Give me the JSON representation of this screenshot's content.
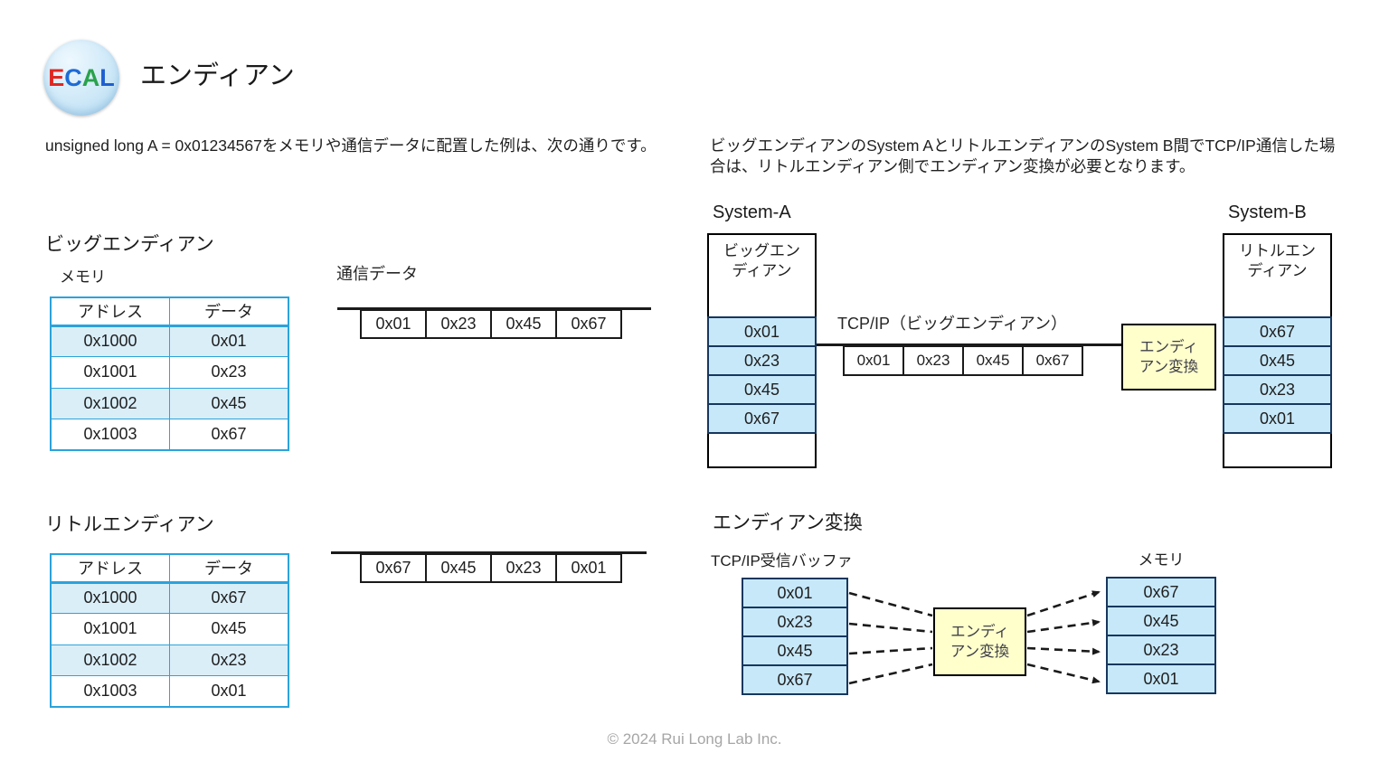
{
  "header": {
    "logo_text": "ECAL",
    "logo_letters": [
      {
        "ch": "E",
        "color": "#e02722"
      },
      {
        "ch": "C",
        "color": "#1e6bd6"
      },
      {
        "ch": "A",
        "color": "#2aa24c"
      },
      {
        "ch": "L",
        "color": "#1e5fd0"
      }
    ],
    "title": "エンディアン"
  },
  "intro": {
    "left": "unsigned long A = 0x01234567をメモリや通信データに配置した例は、次の通りです。",
    "right": "ビッグエンディアンのSystem AとリトルエンディアンのSystem B間でTCP/IP通信した場合は、リトルエンディアン側でエンディアン変換が必要となります。"
  },
  "big_endian": {
    "heading": "ビッグエンディアン",
    "memory_label": "メモリ",
    "comm_label": "通信データ",
    "table": {
      "headers": [
        "アドレス",
        "データ"
      ],
      "rows": [
        [
          "0x1000",
          "0x01"
        ],
        [
          "0x1001",
          "0x23"
        ],
        [
          "0x1002",
          "0x45"
        ],
        [
          "0x1003",
          "0x67"
        ]
      ]
    },
    "comm_bytes": [
      "0x01",
      "0x23",
      "0x45",
      "0x67"
    ]
  },
  "little_endian": {
    "heading": "リトルエンディアン",
    "table": {
      "headers": [
        "アドレス",
        "データ"
      ],
      "rows": [
        [
          "0x1000",
          "0x67"
        ],
        [
          "0x1001",
          "0x45"
        ],
        [
          "0x1002",
          "0x23"
        ],
        [
          "0x1003",
          "0x01"
        ]
      ]
    },
    "comm_bytes": [
      "0x67",
      "0x45",
      "0x23",
      "0x01"
    ]
  },
  "system_diagram": {
    "system_a": {
      "title": "System-A",
      "label": "ビッグエン\nディアン",
      "bytes": [
        "0x01",
        "0x23",
        "0x45",
        "0x67"
      ]
    },
    "tcp_label": "TCP/IP（ビッグエンディアン）",
    "comm_bytes": [
      "0x01",
      "0x23",
      "0x45",
      "0x67"
    ],
    "converter_label": "エンディ\nアン変換",
    "system_b": {
      "title": "System-B",
      "label": "リトルエン\nディアン",
      "bytes": [
        "0x67",
        "0x45",
        "0x23",
        "0x01"
      ]
    }
  },
  "conversion_diagram": {
    "heading": "エンディアン変換",
    "buffer_label": "TCP/IP受信バッファ",
    "buffer_bytes": [
      "0x01",
      "0x23",
      "0x45",
      "0x67"
    ],
    "converter_label": "エンディ\nアン変換",
    "memory_label": "メモリ",
    "memory_bytes": [
      "0x67",
      "0x45",
      "0x23",
      "0x01"
    ]
  },
  "footer": {
    "copyright": "© 2024 Rui Long Lab Inc."
  },
  "colors": {
    "table_border": "#2ba3db",
    "table_row_fill": "#daeef8",
    "system_cell_fill": "#c7e8f9",
    "system_cell_border": "#17375e",
    "converter_fill": "#ffffcc",
    "footer_text": "#a6a6a6"
  }
}
